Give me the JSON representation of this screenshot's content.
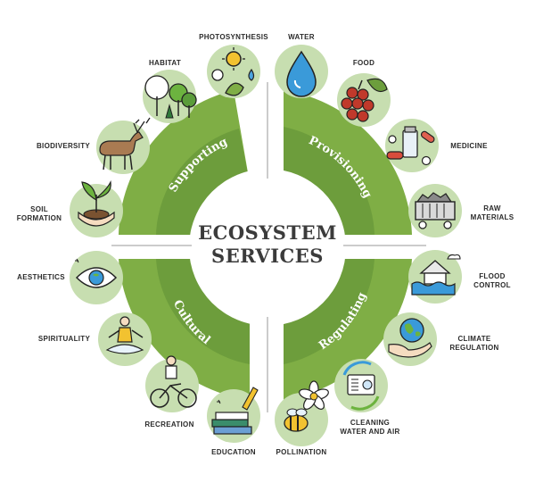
{
  "title": "ECOSYSTEM\nSERVICES",
  "colors": {
    "outer_green": "#7fae45",
    "inner_green": "#5e8f34",
    "circle_fill": "#c7deb0",
    "icon_stroke": "#222222",
    "text": "#2b2b2b"
  },
  "sectors": [
    {
      "name": "Supporting"
    },
    {
      "name": "Provisioning"
    },
    {
      "name": "Regulating"
    },
    {
      "name": "Cultural"
    }
  ],
  "services": [
    {
      "label": "PHOTOSYNTHESIS",
      "icon": "sun-leaf-icon"
    },
    {
      "label": "WATER",
      "icon": "water-drop-icon"
    },
    {
      "label": "FOOD",
      "icon": "grapes-icon"
    },
    {
      "label": "MEDICINE",
      "icon": "pills-icon"
    },
    {
      "label": "RAW\nMATERIALS",
      "icon": "mine-cart-icon"
    },
    {
      "label": "FLOOD\nCONTROL",
      "icon": "flooded-house-icon"
    },
    {
      "label": "CLIMATE\nREGULATION",
      "icon": "globe-hand-icon"
    },
    {
      "label": "CLEANING\nWATER AND AIR",
      "icon": "air-purifier-icon"
    },
    {
      "label": "POLLINATION",
      "icon": "bee-flower-icon"
    },
    {
      "label": "EDUCATION",
      "icon": "books-pencil-icon"
    },
    {
      "label": "RECREATION",
      "icon": "cyclist-icon"
    },
    {
      "label": "SPIRITUALITY",
      "icon": "meditation-icon"
    },
    {
      "label": "AESTHETICS",
      "icon": "eye-icon"
    },
    {
      "label": "SOIL\nFORMATION",
      "icon": "seedling-hands-icon"
    },
    {
      "label": "BIODIVERSITY",
      "icon": "deer-icon"
    },
    {
      "label": "HABITAT",
      "icon": "trees-icon"
    }
  ]
}
